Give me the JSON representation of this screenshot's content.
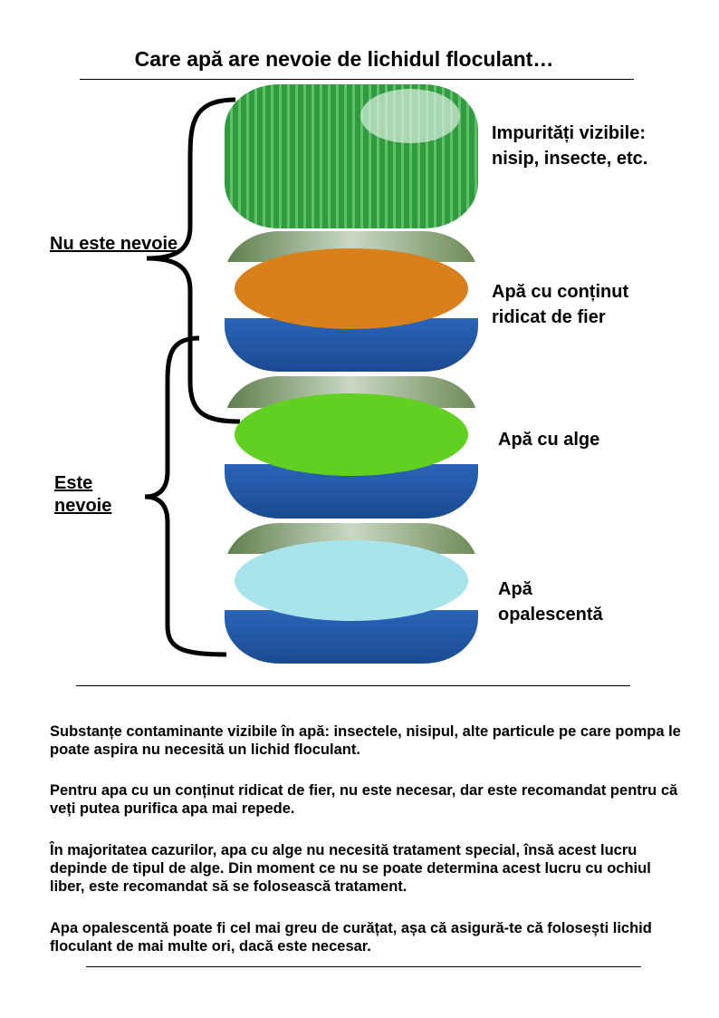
{
  "title": "Care apă are nevoie de lichidul floculant…",
  "groups": {
    "not_needed": "Nu este nevoie",
    "needed": "Este nevoie"
  },
  "items": [
    {
      "label": "Impurități vizibile: nisip, insecte, etc.",
      "color": "#3fa04a"
    },
    {
      "label": "Apă cu conținut ridicat de fier",
      "color": "#d8801c"
    },
    {
      "label": "Apă cu alge",
      "color": "#62d020"
    },
    {
      "label": "Apă opalescentă",
      "color": "#a8e4ec"
    }
  ],
  "paragraphs": [
    "Substanțe contaminante vizibile în apă: insectele, nisipul, alte particule pe care pompa le poate aspira nu necesită un lichid floculant.",
    "Pentru apa cu un conținut ridicat de fier, nu este necesar, dar este recomandat pentru că veți putea purifica apa mai repede.",
    "În majoritatea cazurilor, apa cu alge nu necesită tratament special, însă acest lucru depinde de tipul de alge. Din moment ce nu se poate determina acest lucru cu ochiul liber, este recomandat să se folosească tratament.",
    "Apa opalescentă poate fi cel mai greu de curățat, așa că asigură-te că folosești lichid floculant de mai multe ori, dacă este necesar."
  ]
}
